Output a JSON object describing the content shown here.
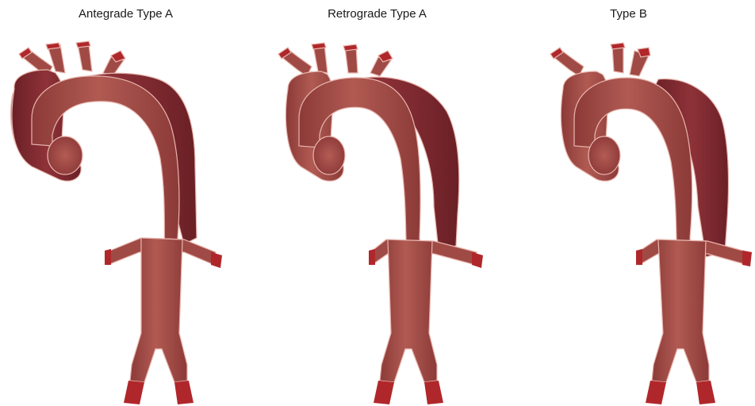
{
  "panels": [
    {
      "title": "Antegrade Type A",
      "dissection": "antegrade-type-a"
    },
    {
      "title": "Retrograde Type A",
      "dissection": "retrograde-type-a"
    },
    {
      "title": "Type B",
      "dissection": "type-b"
    }
  ],
  "colors": {
    "aorta_fill": "#a04a45",
    "aorta_outline": "#e8b6ae",
    "false_lumen": "#7d2b30",
    "branch_cut": "#b0272b",
    "text": "#1a1a1a"
  }
}
